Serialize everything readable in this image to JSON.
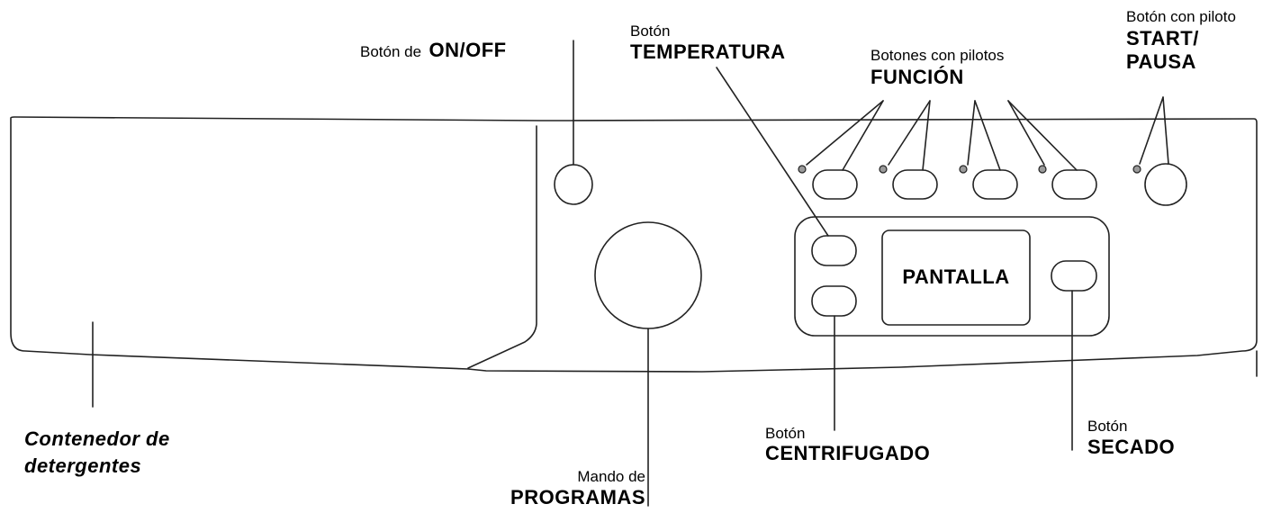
{
  "labels": {
    "onoff": {
      "prefix": "Botón de",
      "name": "ON/OFF"
    },
    "temperatura": {
      "prefix": "Botón",
      "name": "TEMPERATURA"
    },
    "funcion": {
      "prefix": "Botones con pilotos",
      "name": "FUNCIÓN"
    },
    "start": {
      "prefix": "Botón con piloto",
      "name_line1": "START/",
      "name_line2": "PAUSA"
    },
    "contenedor": {
      "line1": "Contenedor de",
      "line2": "detergentes"
    },
    "centrifugado": {
      "prefix": "Botón",
      "name": "CENTRIFUGADO"
    },
    "programas": {
      "prefix": "Mando de",
      "name": "PROGRAMAS"
    },
    "secado": {
      "prefix": "Botón",
      "name": "SECADO"
    }
  },
  "display": {
    "text": "PANTALLA"
  },
  "colors": {
    "stroke": "#222222",
    "led_fill": "#9a9a9a"
  }
}
